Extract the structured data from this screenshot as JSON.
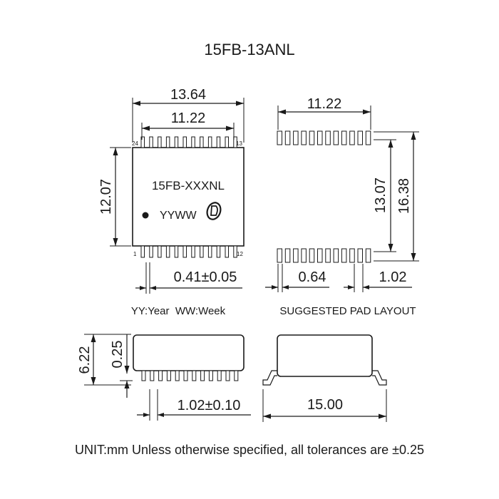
{
  "title": "15FB-13ANL",
  "top_view": {
    "width_total": "13.64",
    "pin_span": "11.22",
    "height": "12.07",
    "marking_part": "15FB-XXXNL",
    "marking_date": "YYWW",
    "pin_24": "24",
    "pin_13": "13",
    "pin_1": "1",
    "pin_12": "12",
    "lead_width": "0.41±0.05",
    "date_legend": "YY:Year  WW:Week"
  },
  "pad_layout": {
    "pad_span": "11.22",
    "inner_spacing": "13.07",
    "outer_spacing": "16.38",
    "pad_width": "0.64",
    "pad_pitch": "1.02",
    "caption": "SUGGESTED PAD LAYOUT"
  },
  "side_view": {
    "height": "6.22",
    "standoff": "0.25",
    "pitch": "1.02±0.10"
  },
  "end_view": {
    "length": "15.00"
  },
  "footnote": "UNIT:mm Unless otherwise specified, all tolerances are ±0.25"
}
